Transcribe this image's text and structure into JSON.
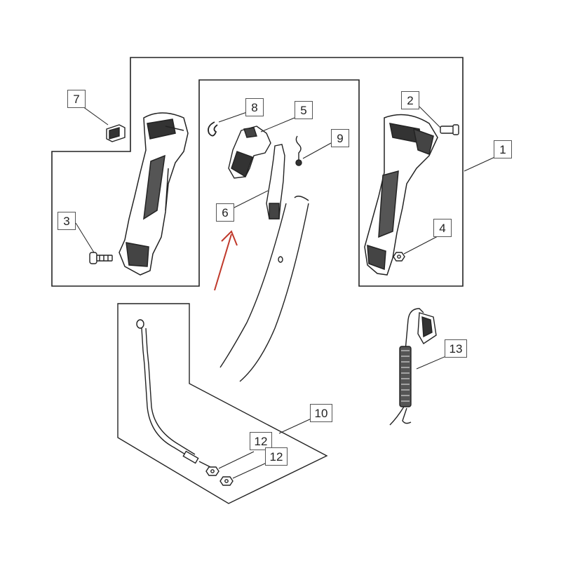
{
  "diagram": {
    "accent_color": "#c0392b",
    "callouts": [
      {
        "id": "1",
        "label": "1"
      },
      {
        "id": "2",
        "label": "2"
      },
      {
        "id": "3",
        "label": "3"
      },
      {
        "id": "4",
        "label": "4"
      },
      {
        "id": "5",
        "label": "5"
      },
      {
        "id": "6",
        "label": "6"
      },
      {
        "id": "7",
        "label": "7"
      },
      {
        "id": "8",
        "label": "8"
      },
      {
        "id": "9",
        "label": "9"
      },
      {
        "id": "10",
        "label": "10"
      },
      {
        "id": "12a",
        "label": "12"
      },
      {
        "id": "12b",
        "label": "12"
      },
      {
        "id": "13",
        "label": "13"
      }
    ]
  }
}
